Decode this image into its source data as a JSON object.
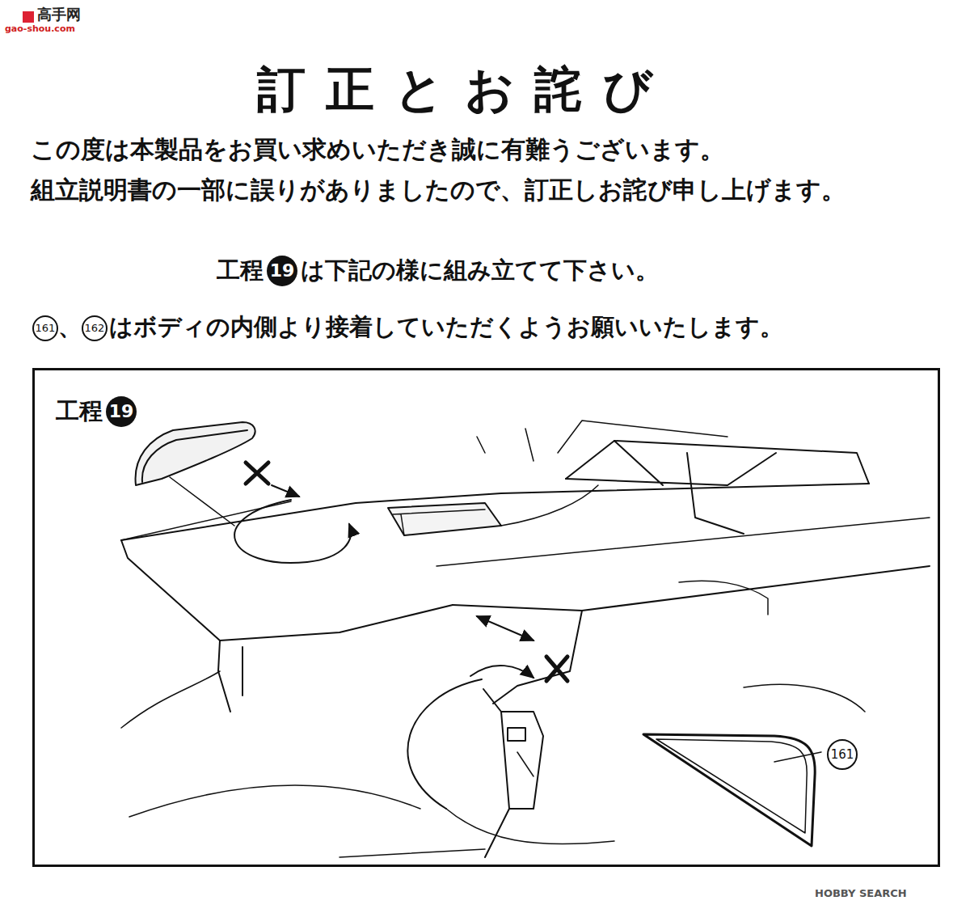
{
  "diagram": {
    "title": "訂正とお詫び",
    "nodes": [
      {
        "text": [
          "工程",
          "19",
          "161"
        ]
      }
    ],
    "labels": [
      "高手网",
      "gao-shou.com",
      "この度は本製品をお買い求めいただき誠に有難うございます。",
      "組立説明書の一部に誤りがありましたので、訂正しお詫び申し上げます。",
      "工程",
      "19",
      "は下記の様に組み立てて下さい。",
      "161",
      "、",
      "162",
      "はボディの内側より接着していただくようお願いいたします。",
      "HOBBY SEARCH"
    ]
  }
}
